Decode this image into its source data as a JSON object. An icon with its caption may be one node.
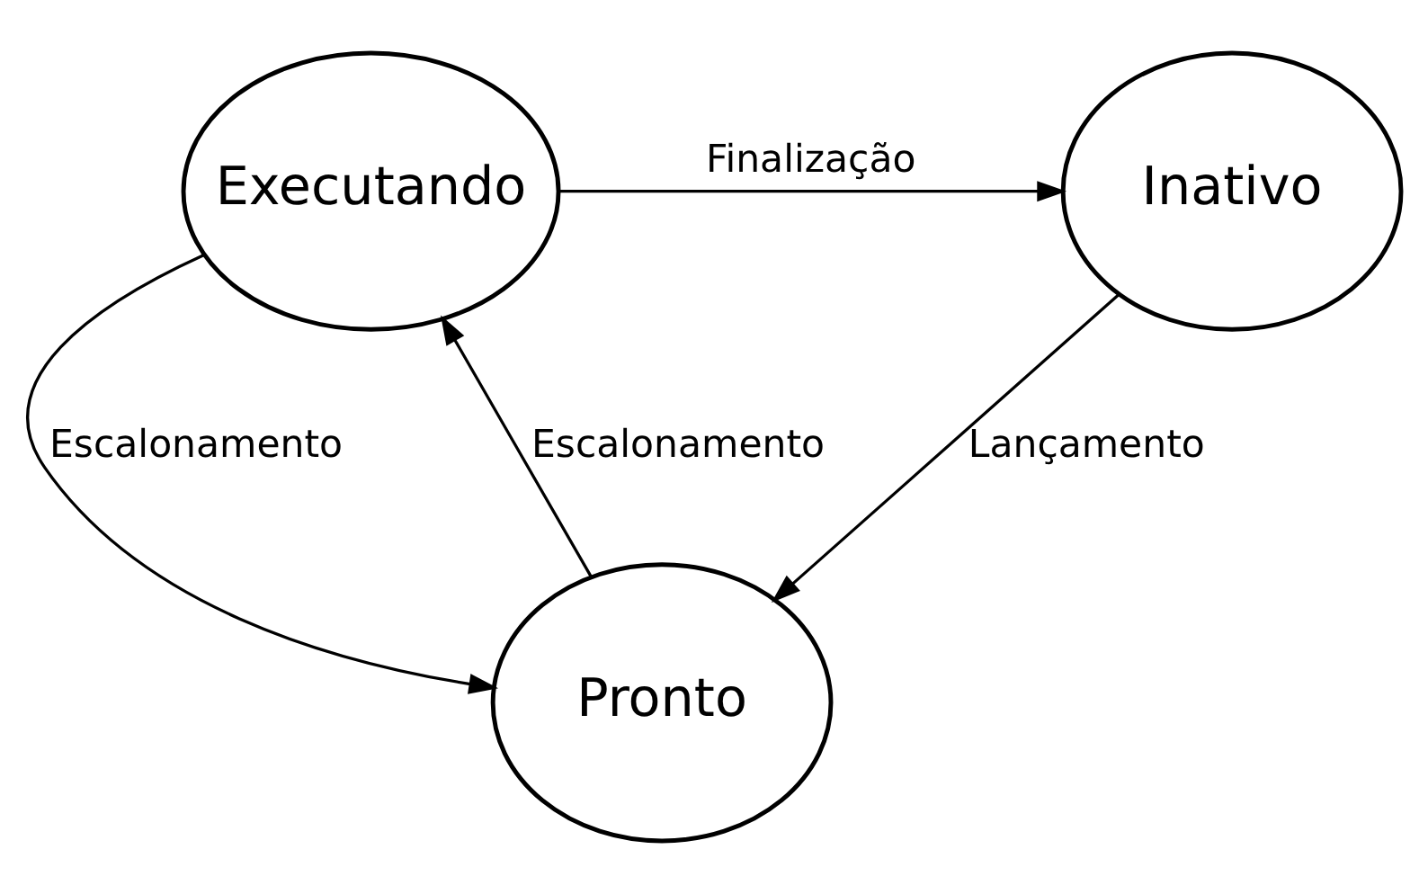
{
  "diagram": {
    "nodes": [
      {
        "text": [
          "Executando"
        ]
      },
      {
        "text": [
          "Inativo"
        ]
      },
      {
        "text": [
          "Pronto"
        ]
      }
    ],
    "edges": [
      {
        "from": 0,
        "to": 1,
        "arrow": "to",
        "label": "Finalização"
      },
      {
        "from": 0,
        "to": 2,
        "arrow": "to",
        "label": "Escalonamento"
      },
      {
        "from": 2,
        "to": 0,
        "arrow": "to",
        "label": "Escalonamento"
      },
      {
        "from": 1,
        "to": 2,
        "arrow": "to",
        "label": "Lançamento"
      }
    ]
  }
}
